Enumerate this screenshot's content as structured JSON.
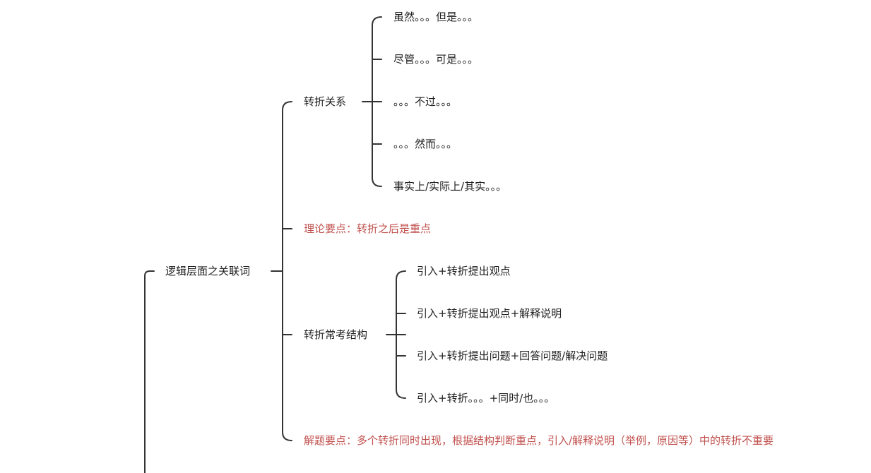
{
  "mindmap": {
    "root": {
      "label": "逻辑层面之关联词"
    },
    "branch1": {
      "label": "转折关系",
      "items": [
        "虽然。。。但是。。。",
        "尽管。。。可是。。。",
        "。。。不过。。。",
        "。。。然而。。。",
        "事实上/实际上/其实。。。"
      ]
    },
    "note1": {
      "label": "理论要点：转折之后是重点"
    },
    "branch2": {
      "label": "转折常考结构",
      "items": [
        "引入+转折提出观点",
        "引入+转折提出观点+解释说明",
        "引入+转折提出问题+回答问题/解决问题",
        "引入+转折。。。+同时/也。。。"
      ]
    },
    "note2": {
      "label": "解题要点：多个转折同时出现，根据结构判断重点，引入/解释说明（举例，原因等）中的转折不重要"
    }
  },
  "colors": {
    "line": "#333333",
    "text": "#222222",
    "note": "#c0504d"
  }
}
